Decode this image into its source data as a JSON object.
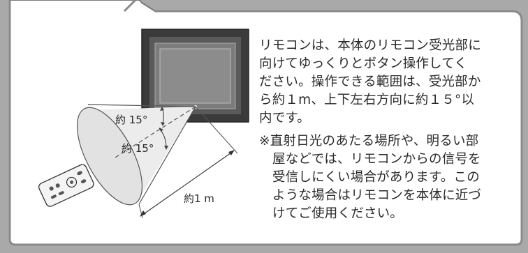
{
  "description": {
    "lines": [
      "リモコンは、本体のリモコン受光部に",
      "向けてゆっくりとボタン操作してく",
      "ださい。操作できる範囲は、受光部か",
      "ら約１m、上下左右方向に約１５°以",
      "内です。"
    ]
  },
  "note": {
    "lines": [
      "※直射日光のあたる場所や、明るい部",
      "屋などでは、リモコンからの信号を",
      "受信しにくい場合があります。この",
      "ような場合はリモコンを本体に近づ",
      "けてご使用ください。"
    ]
  },
  "diagram": {
    "angle_upper": "約 15°",
    "angle_lower": "約 15°",
    "distance": "約1 m"
  }
}
